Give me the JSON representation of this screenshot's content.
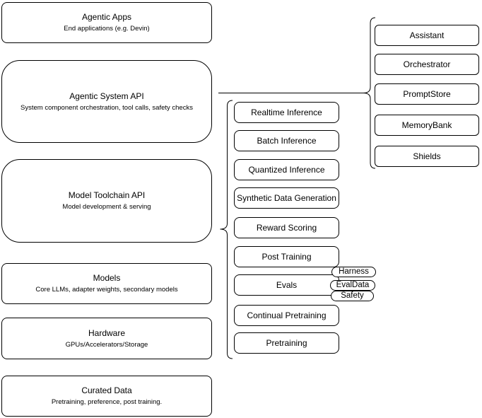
{
  "diagram": {
    "left_stack": [
      {
        "title": "Agentic Apps",
        "subtitle": "End applications (e.g. Devin)"
      },
      {
        "title": "Agentic System API",
        "subtitle": "System component orchestration, tool calls, safety checks"
      },
      {
        "title": "Model Toolchain API",
        "subtitle": "Model development & serving"
      },
      {
        "title": "Models",
        "subtitle": "Core LLMs, adapter weights, secondary models"
      },
      {
        "title": "Hardware",
        "subtitle": "GPUs/Accelerators/Storage"
      },
      {
        "title": "Curated Data",
        "subtitle": "Pretraining, preference, post training."
      }
    ],
    "toolchain_items": [
      "Realtime Inference",
      "Batch Inference",
      "Quantized Inference",
      "Synthetic Data Generation",
      "Reward Scoring",
      "Post Training",
      "Evals",
      "Continual Pretraining",
      "Pretraining"
    ],
    "evals_tags": [
      "Harness",
      "EvalData",
      "Safety"
    ],
    "system_components": [
      "Assistant",
      "Orchestrator",
      "PromptStore",
      "MemoryBank",
      "Shields"
    ],
    "colors": {
      "border": "#000000",
      "background": "#ffffff",
      "text": "#000000"
    }
  }
}
